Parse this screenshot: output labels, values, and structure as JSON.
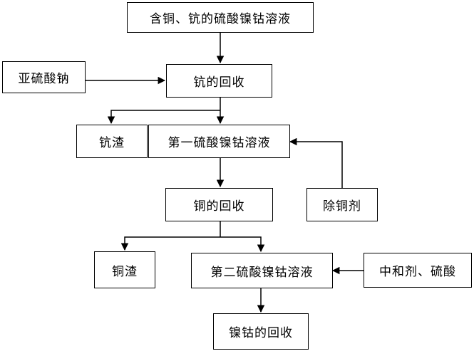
{
  "nodes": {
    "source": "含铜、钪的硫酸镍钴溶液",
    "sodium_sulfite": "亚硫酸钠",
    "scandium_recovery": "钪的回收",
    "scandium_slag": "钪渣",
    "first_solution": "第一硫酸镍钴溶液",
    "copper_recovery": "铜的回收",
    "copper_remover": "除铜剂",
    "copper_slag": "铜渣",
    "second_solution": "第二硫酸镍钴溶液",
    "neutralizer": "中和剂、硫酸",
    "nickel_cobalt_recovery": "镍钴的回收"
  },
  "colors": {
    "line": "#000000",
    "box_border": "#000000",
    "background": "#ffffff"
  }
}
